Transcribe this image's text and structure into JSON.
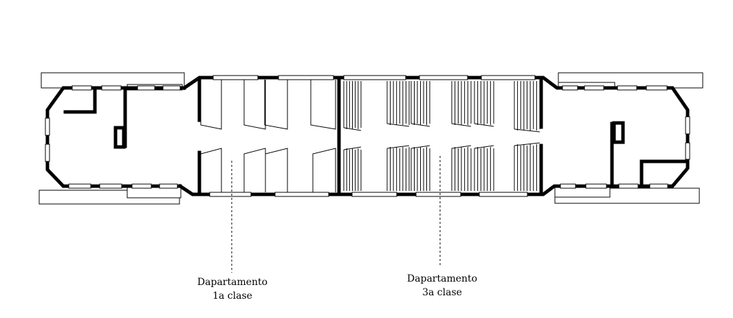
{
  "labels": {
    "first_class": {
      "line1": "Dapartamento",
      "line2": "1a clase"
    },
    "third_class": {
      "line1": "Dapartamento",
      "line2": "3a clase"
    }
  }
}
